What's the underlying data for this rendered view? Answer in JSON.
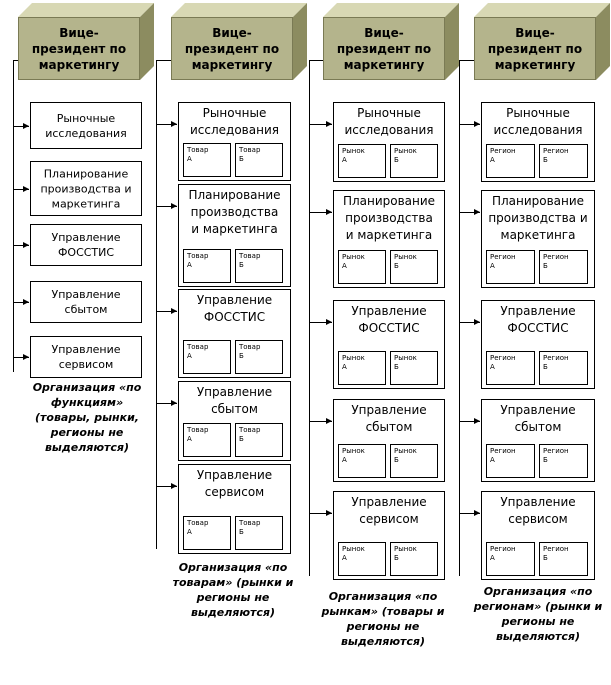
{
  "colors": {
    "header_front": "#b4b48c",
    "header_top": "#d8d8b4",
    "header_side": "#8c8c60"
  },
  "columns": [
    {
      "header": "Вице-президент по маркетингу",
      "units": [
        {
          "label": "Рыночные исследования",
          "subs": []
        },
        {
          "label": "Планирование производства и маркетинга",
          "subs": []
        },
        {
          "label": "Управление ФОССТИС",
          "subs": []
        },
        {
          "label": "Управление сбытом",
          "subs": []
        },
        {
          "label": "Управление сервисом",
          "subs": []
        }
      ],
      "caption": "Организация «по функциям» (товары, рынки, регионы не выделяются)"
    },
    {
      "header": "Вице-президент по маркетингу",
      "units": [
        {
          "label": "Рыночные исследования",
          "subs": [
            "Товар А",
            "Товар Б"
          ]
        },
        {
          "label": "Планирование производства и маркетинга",
          "subs": [
            "Товар А",
            "Товар Б"
          ]
        },
        {
          "label": "Управление ФОССТИС",
          "subs": [
            "Товар А",
            "Товар Б"
          ]
        },
        {
          "label": "Управление сбытом",
          "subs": [
            "Товар А",
            "Товар Б"
          ]
        },
        {
          "label": "Управление сервисом",
          "subs": [
            "Товар А",
            "Товар Б"
          ]
        }
      ],
      "caption": "Организация «по товарам» (рынки и регионы не выделяются)"
    },
    {
      "header": "Вице-президент по маркетингу",
      "units": [
        {
          "label": "Рыночные исследования",
          "subs": [
            "Рынок А",
            "Рынок Б"
          ]
        },
        {
          "label": "Планирование производства и маркетинга",
          "subs": [
            "Рынок А",
            "Рынок Б"
          ]
        },
        {
          "label": "Управление ФОССТИС",
          "subs": [
            "Рынок А",
            "Рынок Б"
          ]
        },
        {
          "label": "Управление сбытом",
          "subs": [
            "Рынок А",
            "Рынок Б"
          ]
        },
        {
          "label": "Управление сервисом",
          "subs": [
            "Рынок А",
            "Рынок Б"
          ]
        }
      ],
      "caption": "Организация «по рынкам» (товары и регионы не выделяются)"
    },
    {
      "header": "Вице-президент по маркетингу",
      "units": [
        {
          "label": "Рыночные исследования",
          "subs": [
            "Регион А",
            "Регион Б"
          ]
        },
        {
          "label": "Планирование производства и маркетинга",
          "subs": [
            "Регион А",
            "Регион Б"
          ]
        },
        {
          "label": "Управление ФОССТИС",
          "subs": [
            "Регион А",
            "Регион Б"
          ]
        },
        {
          "label": "Управление сбытом",
          "subs": [
            "Регион А",
            "Регион Б"
          ]
        },
        {
          "label": "Управление сервисом",
          "subs": [
            "Регион А",
            "Регион Б"
          ]
        }
      ],
      "caption": "Организация «по регионам» (рынки и регионы не выделяются)"
    }
  ]
}
